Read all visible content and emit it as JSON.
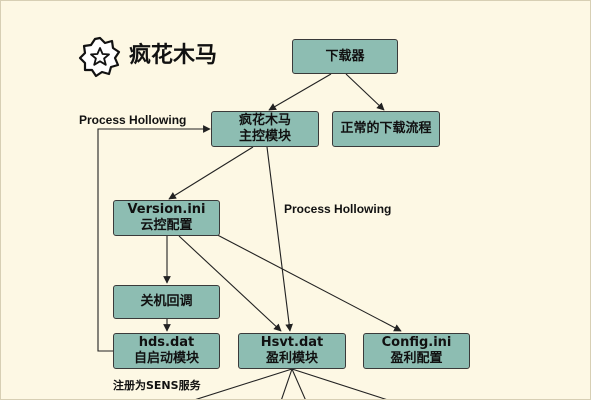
{
  "title": "疯花木马",
  "colors": {
    "node_fill": "#8dbdb2",
    "background": "#fdf8e4",
    "line": "#222222"
  },
  "logo_icon": "flower-badge-icon",
  "nodes": {
    "downloader": {
      "lines": [
        "下载器"
      ]
    },
    "main_module": {
      "lines": [
        "疯花木马",
        "主控模块"
      ]
    },
    "normal_flow": {
      "lines": [
        "正常的下载流程"
      ]
    },
    "version_ini": {
      "lines": [
        "Version.ini",
        "云控配置"
      ]
    },
    "shutdown": {
      "lines": [
        "关机回调"
      ]
    },
    "hds_dat": {
      "lines": [
        "hds.dat",
        "自启动模块"
      ]
    },
    "hsvt_dat": {
      "lines": [
        "Hsvt.dat",
        "盈利模块"
      ]
    },
    "config_ini": {
      "lines": [
        "Config.ini",
        "盈利配置"
      ]
    }
  },
  "edge_labels": {
    "hollowing_left": "Process Hollowing",
    "hollowing_center": "Process Hollowing"
  },
  "note": "注册为SENS服务"
}
